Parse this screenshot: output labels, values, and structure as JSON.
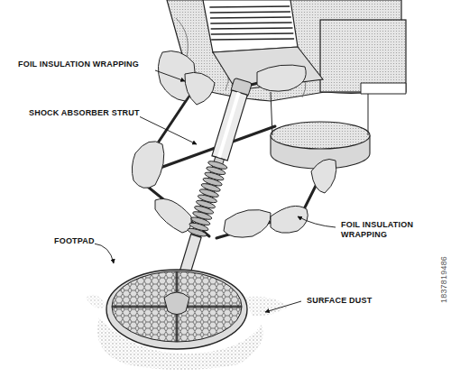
{
  "diagram": {
    "labels": [
      "FOIL INSULATION WRAPPING",
      "SHOCK ABSORBER STRUT",
      "FOOTPAD",
      "FOIL INSULATION WRAPPING",
      "SURFACE DUST",
      "1837819486"
    ]
  }
}
